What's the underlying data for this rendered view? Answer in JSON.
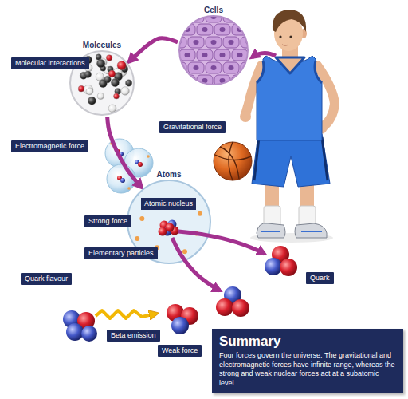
{
  "diagram": {
    "nodes": [
      {
        "text": [
          "Cells"
        ]
      },
      {
        "text": [
          "Molecules"
        ]
      },
      {
        "text": [
          "Molecular interactions"
        ]
      },
      {
        "text": [
          "Electromagnetic force"
        ]
      },
      {
        "text": [
          "Gravitational force"
        ]
      },
      {
        "text": [
          "Atoms"
        ]
      },
      {
        "text": [
          "Atomic nucleus"
        ],
        "in": 5
      },
      {
        "text": [
          "Strong force"
        ]
      },
      {
        "text": [
          "Elementary particles"
        ]
      },
      {
        "text": [
          "Quark flavour"
        ]
      },
      {
        "text": [
          "Quark"
        ]
      },
      {
        "text": [
          "Beta emission"
        ]
      },
      {
        "text": [
          "Weak force"
        ]
      },
      {
        "text": [
          "Summary",
          "Four forces govern the universe. The gravitational and electromagnetic forces have infinite range, whereas the strong and weak nuclear forces act at a subatomic level."
        ]
      }
    ],
    "edges": [
      {
        "from": 0,
        "to": 1,
        "arrow": "to"
      },
      {
        "from": 1,
        "to": 5,
        "arrow": "to"
      }
    ]
  }
}
